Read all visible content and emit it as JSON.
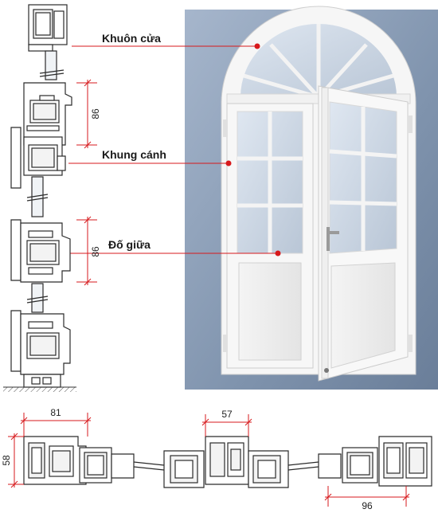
{
  "labels": {
    "frame": "Khuôn cửa",
    "sash": "Khung cánh",
    "mullion": "Đố giữa"
  },
  "dimensions": {
    "vertical_top": "86",
    "vertical_mid": "86",
    "horizontal_left": "81",
    "horizontal_center": "57",
    "horizontal_left_height": "58",
    "horizontal_right": "96"
  },
  "colors": {
    "accent_red": "#d7191c",
    "photo_bg": "#8fa3bd",
    "profile_stroke": "#2b2b2b",
    "profile_fill": "#ffffff"
  }
}
